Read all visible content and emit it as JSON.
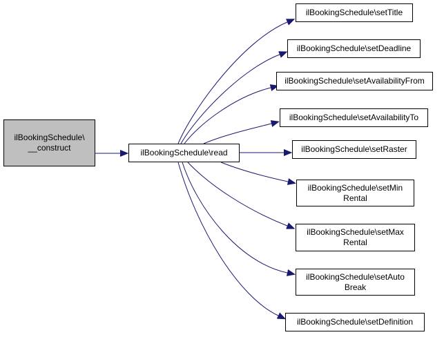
{
  "diagram": {
    "colors": {
      "edge": "#191970",
      "node_border": "#000000",
      "node_fill": "#ffffff",
      "root_fill": "#bfbfbf"
    },
    "nodes": [
      {
        "id": "construct",
        "lines": [
          "ilBookingSchedule\\",
          "__construct"
        ],
        "root": true
      },
      {
        "id": "read",
        "lines": [
          "ilBookingSchedule\\read"
        ]
      },
      {
        "id": "setTitle",
        "lines": [
          "ilBookingSchedule\\setTitle"
        ]
      },
      {
        "id": "setDeadline",
        "lines": [
          "ilBookingSchedule\\setDeadline"
        ]
      },
      {
        "id": "setAvailabilityFrom",
        "lines": [
          "ilBookingSchedule\\setAvailabilityFrom"
        ]
      },
      {
        "id": "setAvailabilityTo",
        "lines": [
          "ilBookingSchedule\\setAvailabilityTo"
        ]
      },
      {
        "id": "setRaster",
        "lines": [
          "ilBookingSchedule\\setRaster"
        ]
      },
      {
        "id": "setMinRental",
        "lines": [
          "ilBookingSchedule\\setMin",
          "Rental"
        ]
      },
      {
        "id": "setMaxRental",
        "lines": [
          "ilBookingSchedule\\setMax",
          "Rental"
        ]
      },
      {
        "id": "setAutoBreak",
        "lines": [
          "ilBookingSchedule\\setAuto",
          "Break"
        ]
      },
      {
        "id": "setDefinition",
        "lines": [
          "ilBookingSchedule\\setDefinition"
        ]
      }
    ],
    "edges": [
      {
        "from": "construct",
        "to": "read"
      },
      {
        "from": "read",
        "to": "setTitle"
      },
      {
        "from": "read",
        "to": "setDeadline"
      },
      {
        "from": "read",
        "to": "setAvailabilityFrom"
      },
      {
        "from": "read",
        "to": "setAvailabilityTo"
      },
      {
        "from": "read",
        "to": "setRaster"
      },
      {
        "from": "read",
        "to": "setMinRental"
      },
      {
        "from": "read",
        "to": "setMaxRental"
      },
      {
        "from": "read",
        "to": "setAutoBreak"
      },
      {
        "from": "read",
        "to": "setDefinition"
      }
    ]
  }
}
